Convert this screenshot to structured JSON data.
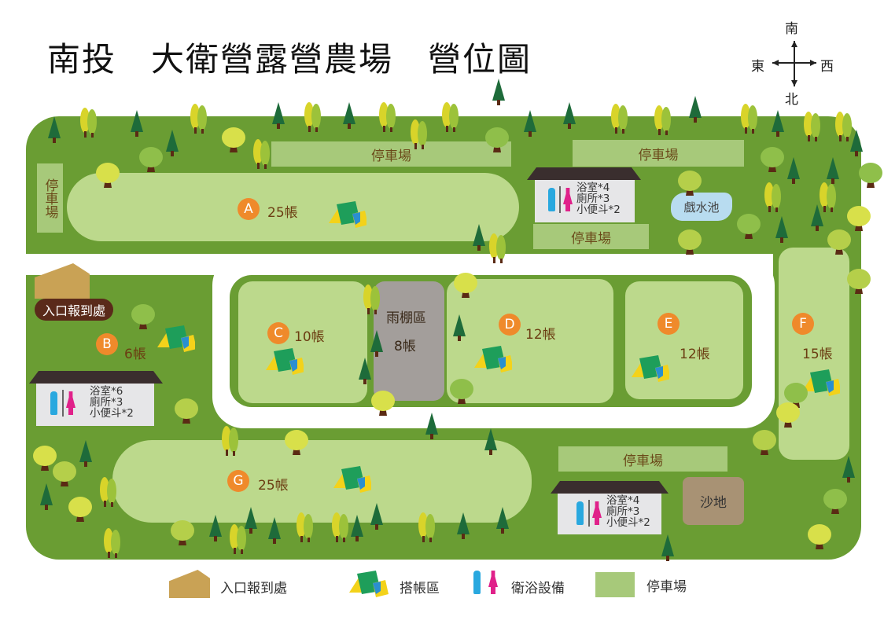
{
  "title": "南投　大衛營露營農場　營位圖",
  "compass": {
    "south": "南",
    "north": "北",
    "east": "東",
    "west": "西"
  },
  "parking_label": "停車場",
  "zones": {
    "A": {
      "letter": "A",
      "count": "25帳"
    },
    "B": {
      "letter": "B",
      "count": "6帳"
    },
    "C": {
      "letter": "C",
      "count": "10帳"
    },
    "D": {
      "letter": "D",
      "count": "12帳"
    },
    "E": {
      "letter": "E",
      "count": "12帳"
    },
    "F": {
      "letter": "F",
      "count": "15帳"
    },
    "G": {
      "letter": "G",
      "count": "25帳"
    }
  },
  "rain_shelter": {
    "name": "雨棚區",
    "count": "8帳"
  },
  "entrance": "入口報到處",
  "pool": "戲水池",
  "sandpit": "沙地",
  "baths": {
    "top": {
      "shower": "浴室*4",
      "toilet": "廁所*3",
      "urinal": "小便斗*2"
    },
    "left": {
      "shower": "浴室*6",
      "toilet": "廁所*3",
      "urinal": "小便斗*2"
    },
    "bottom": {
      "shower": "浴室*4",
      "toilet": "廁所*3",
      "urinal": "小便斗*2"
    }
  },
  "legend": {
    "entrance": "入口報到處",
    "tent": "搭帳區",
    "bath": "衛浴設備",
    "parking": "停車場"
  },
  "colors": {
    "ground": "#6a9d33",
    "zone": "#bcd98c",
    "parking": "#a7c97a",
    "badge": "#ef8a2b"
  }
}
